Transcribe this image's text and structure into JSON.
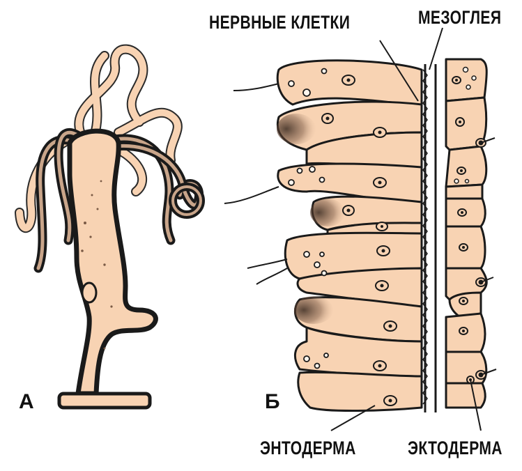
{
  "labels": {
    "nerve_cells": "НЕРВНЫЕ КЛЕТКИ",
    "mesoglea": "МЕЗОГЛЕЯ",
    "endoderm": "ЭНТОДЕРМА",
    "ectoderm": "ЭКТОДЕРМА",
    "panel_a": "А",
    "panel_b": "Б"
  },
  "colors": {
    "cell_fill": "#f8d3b3",
    "outline": "#1a1a1a",
    "background": "#ffffff"
  }
}
